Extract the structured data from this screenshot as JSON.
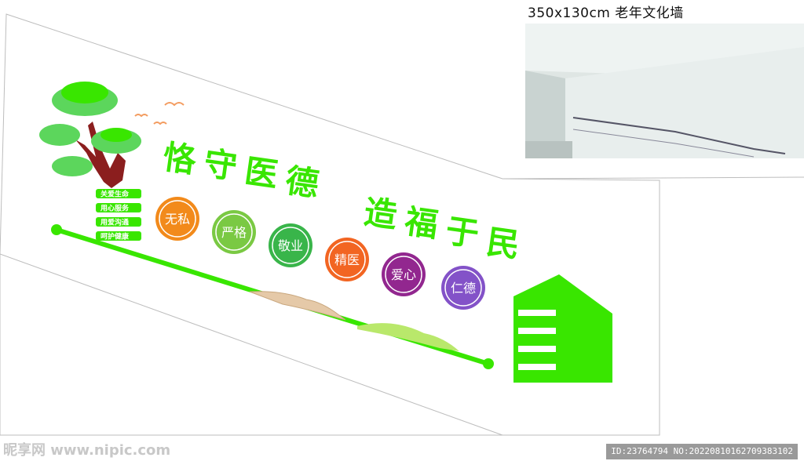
{
  "spec_label": "350x130cm 老年文化墙",
  "headline_left": [
    "恪",
    "守",
    "医",
    "德"
  ],
  "headline_right": [
    "造",
    "福",
    "于",
    "民"
  ],
  "tags": [
    "关爱生命",
    "用心服务",
    "用爱沟通",
    "呵护健康"
  ],
  "virtues": [
    {
      "text": "无私",
      "color": "#f28a1b"
    },
    {
      "text": "严格",
      "color": "#7ac943"
    },
    {
      "text": "敬业",
      "color": "#39b54a"
    },
    {
      "text": "精医",
      "color": "#f26522"
    },
    {
      "text": "爱心",
      "color": "#92278f"
    },
    {
      "text": "仁德",
      "color": "#8352c8"
    }
  ],
  "watermark": "昵享网 www.nipic.com",
  "footer_id": "ID:23764794 NO:20220810162709383102",
  "colors": {
    "green": "#39e600",
    "tree_trunk": "#8b1e1e",
    "leaf": "#5cd65c",
    "bird": "#f39c60"
  }
}
